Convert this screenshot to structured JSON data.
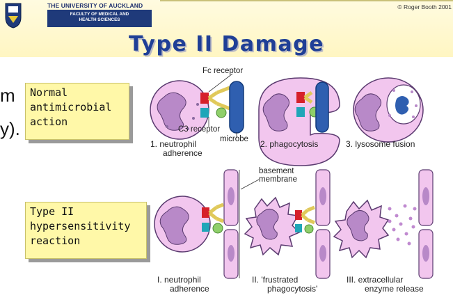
{
  "header": {
    "university": "THE UNIVERSITY OF AUCKLAND",
    "faculty_line1": "FACULTY OF MEDICAL AND",
    "faculty_line2": "HEALTH SCIENCES",
    "copyright": "© Roger Booth 2001"
  },
  "title": "Type II Damage",
  "left_fragments": {
    "frag1": "m",
    "frag2": "y)."
  },
  "boxes": {
    "normal_line1": "Normal",
    "normal_line2": "antimicrobial",
    "normal_line3": "action",
    "type2_line1": "Type II",
    "type2_line2": "hypersensitivity",
    "type2_line3": "reaction"
  },
  "diagram_top": {
    "fc_receptor": "Fc receptor",
    "c3_receptor": "C3 receptor",
    "microbe": "microbe",
    "step1_line1": "1.  neutrophil",
    "step1_line2": "adherence",
    "step2": "2.  phagocytosis",
    "step3": "3.  lysosome fusion"
  },
  "diagram_bottom": {
    "basement_line1": "basement",
    "basement_line2": "membrane",
    "stepI_line1": "I.   neutrophil",
    "stepI_line2": "adherence",
    "stepII_line1": "II.   'frustrated",
    "stepII_line2": "phagocytosis'",
    "stepIII_line1": "III.   extracellular",
    "stepIII_line2": "enzyme release"
  },
  "colors": {
    "title": "#1f3f96",
    "box_fill": "#fff8a8",
    "cell_fill": "#f2c6ee",
    "nucleus": "#b889c8",
    "microbe": "#2f5fb0",
    "fc_receptor": "#d6202a",
    "c3_receptor": "#1fa6b8",
    "antibody": "#f2e27a",
    "complement": "#8fcf6a"
  }
}
